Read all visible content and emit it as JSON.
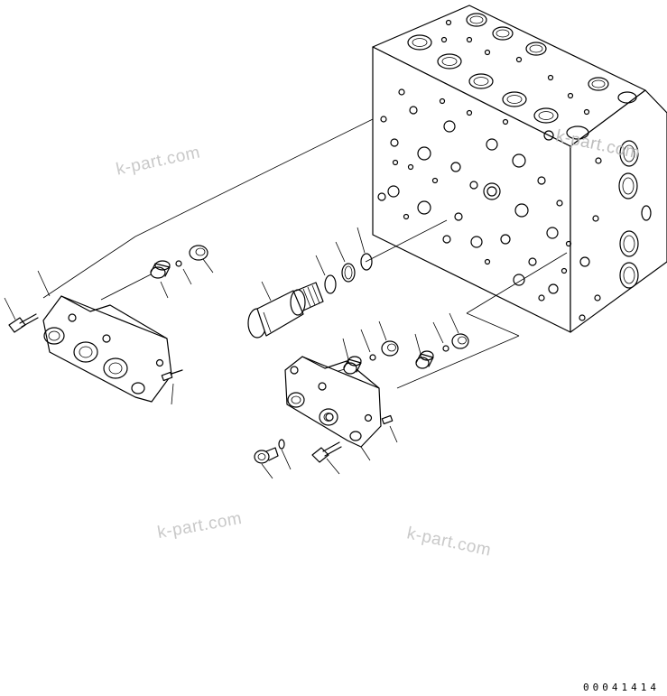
{
  "watermarks": {
    "wm1": "k-part.com",
    "wm2": "k-part.com",
    "wm3": "k-part.com",
    "wm4": "k-part.com"
  },
  "drawing_code": "00041414",
  "colors": {
    "line": "#000000",
    "watermark": "#c9c9c9",
    "background": "#ffffff"
  }
}
